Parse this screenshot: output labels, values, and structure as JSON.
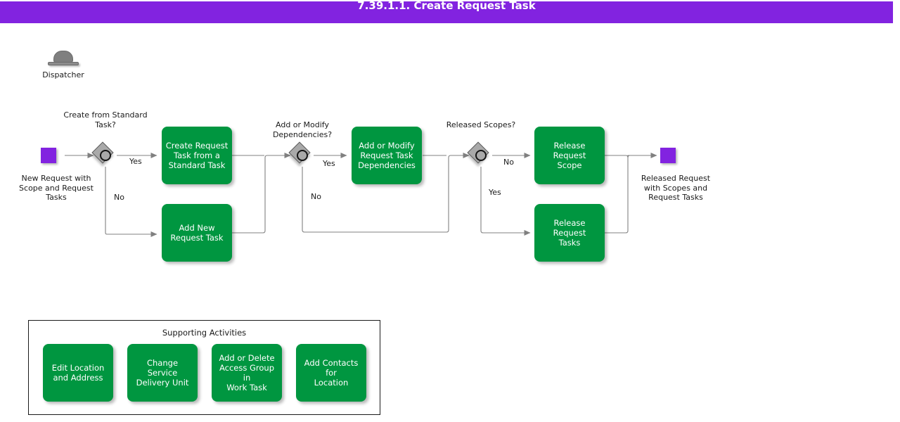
{
  "header": {
    "title": "7.39.1.1. Create Request Task",
    "background": "#8223e0",
    "text_color": "#ffffff"
  },
  "colors": {
    "task_green": "#009640",
    "event_purple": "#8223e0",
    "gateway_gray": "#a9a9a9",
    "connector_gray": "#808080",
    "text_dark": "#1a1a1a"
  },
  "role": {
    "icon": "bowler-hat-icon",
    "label": "Dispatcher"
  },
  "events": [
    {
      "id": "start",
      "type": "start-event",
      "label": "New\nRequest\nwith Scope\nand\nRequest\nTasks"
    },
    {
      "id": "end",
      "type": "end-event",
      "label": "Released\nRequest\nwith Scopes\nand\nRequest\nTasks"
    }
  ],
  "gateways": [
    {
      "id": "gw1",
      "label": "Create from\nStandard\nTask?",
      "type": "inclusive-gateway"
    },
    {
      "id": "gw2",
      "label": "Add or Modify\nDependencies?",
      "type": "inclusive-gateway"
    },
    {
      "id": "gw3",
      "label": "Released\nScopes?",
      "type": "inclusive-gateway"
    }
  ],
  "tasks": [
    {
      "id": "t1",
      "label": "Create Request\nTask from a\nStandard Task"
    },
    {
      "id": "t2",
      "label": "Add New\nRequest Task"
    },
    {
      "id": "t3",
      "label": "Add or Modify\nRequest Task\nDependencies"
    },
    {
      "id": "t4",
      "label": "Release Request\nScope"
    },
    {
      "id": "t5",
      "label": "Release Request\nTasks"
    }
  ],
  "flow_labels": [
    {
      "id": "gw1-yes",
      "text": "Yes"
    },
    {
      "id": "gw1-no",
      "text": "No"
    },
    {
      "id": "gw2-yes",
      "text": "Yes"
    },
    {
      "id": "gw2-no",
      "text": "No"
    },
    {
      "id": "gw3-no",
      "text": "No"
    },
    {
      "id": "gw3-yes",
      "text": "Yes"
    }
  ],
  "supporting": {
    "title": "Supporting Activities",
    "tasks": [
      {
        "id": "s1",
        "label": "Edit Location\nand Address"
      },
      {
        "id": "s2",
        "label": "Change Service\nDelivery Unit"
      },
      {
        "id": "s3",
        "label": "Add or Delete\nAccess Group in\nWork Task"
      },
      {
        "id": "s4",
        "label": "Add Contacts for\nLocation"
      }
    ]
  }
}
